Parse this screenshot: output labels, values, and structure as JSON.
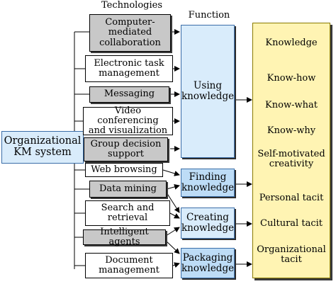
{
  "headers": {
    "technologies": "Technologies",
    "function": "Function"
  },
  "org_system": "Organizational\nKM system",
  "technologies": [
    {
      "id": "cmc",
      "label": "Computer-\nmediated\ncollaboration",
      "shaded": true
    },
    {
      "id": "etm",
      "label": "Electronic task\nmanagement",
      "shaded": false
    },
    {
      "id": "msg",
      "label": "Messaging",
      "shaded": true
    },
    {
      "id": "vcv",
      "label": "Video conferencing\nand visualization",
      "shaded": false
    },
    {
      "id": "gds",
      "label": "Group decision\nsupport",
      "shaded": true
    },
    {
      "id": "web",
      "label": "Web browsing",
      "shaded": false
    },
    {
      "id": "dm",
      "label": "Data mining",
      "shaded": true
    },
    {
      "id": "sr",
      "label": "Search and\nretrieval",
      "shaded": false
    },
    {
      "id": "ia",
      "label": "Intelligent agents",
      "shaded": true
    },
    {
      "id": "doc",
      "label": "Document\nmanagement",
      "shaded": false
    }
  ],
  "functions": [
    {
      "id": "using",
      "label": "Using\nknowledge"
    },
    {
      "id": "finding",
      "label": "Finding\nknowledge"
    },
    {
      "id": "creating",
      "label": "Creating\nknowledge"
    },
    {
      "id": "packaging",
      "label": "Packaging\nknowledge"
    }
  ],
  "knowledge_types": [
    "Knowledge",
    "Know-how",
    "Know-what",
    "Know-why",
    "Self-motivated\ncreativity",
    "Personal tacit",
    "Cultural tacit",
    "Organizational\ntacit"
  ],
  "colors": {
    "tech_shaded": "#c8c8c8",
    "function_fill": "#d9ecfb",
    "function_border": "#3b6ea8",
    "knowledge_fill": "#fff4b3"
  }
}
